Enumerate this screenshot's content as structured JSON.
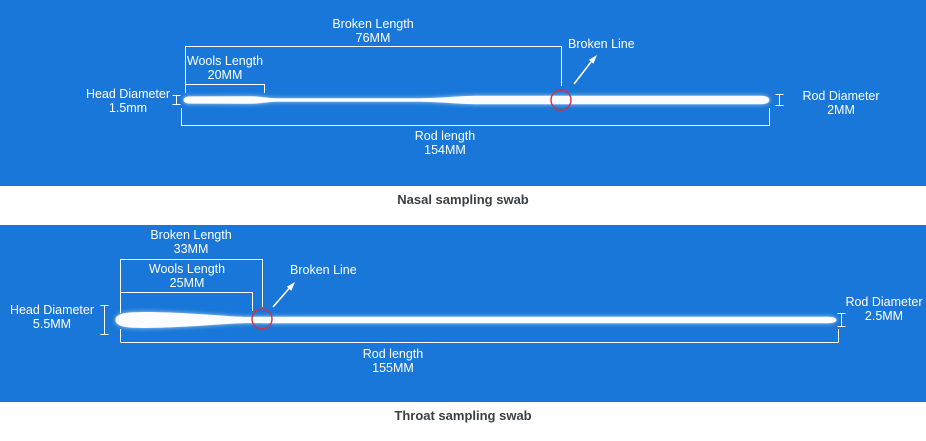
{
  "colors": {
    "panel_blue": "#1877d8",
    "label_white": "#ffffff",
    "break_red": "#cc3344",
    "caption_gray": "#3d4043"
  },
  "nasal": {
    "caption": "Nasal sampling swab",
    "labels": {
      "broken_length_title": "Broken Length",
      "broken_length_value": "76MM",
      "wools_length_title": "Wools Length",
      "wools_length_value": "20MM",
      "broken_line": "Broken Line",
      "head_diameter_title": "Head Diameter",
      "head_diameter_value": "1.5mm",
      "rod_diameter_title": "Rod Diameter",
      "rod_diameter_value": "2MM",
      "rod_length_title": "Rod length",
      "rod_length_value": "154MM"
    }
  },
  "throat": {
    "caption": "Throat sampling swab",
    "labels": {
      "broken_length_title": "Broken Length",
      "broken_length_value": "33MM",
      "wools_length_title": "Wools Length",
      "wools_length_value": "25MM",
      "broken_line": "Broken Line",
      "head_diameter_title": "Head Diameter",
      "head_diameter_value": "5.5MM",
      "rod_diameter_title": "Rod Diameter",
      "rod_diameter_value": "2.5MM",
      "rod_length_title": "Rod length",
      "rod_length_value": "155MM"
    }
  }
}
